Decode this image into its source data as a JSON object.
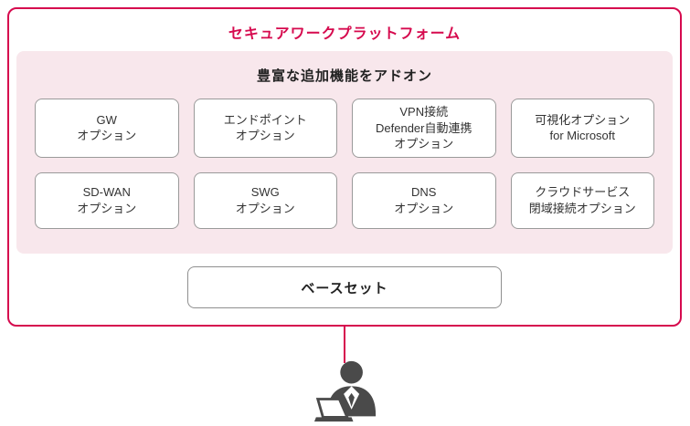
{
  "title": "セキュアワークプラットフォーム",
  "addon": {
    "heading": "豊富な追加機能をアドオン",
    "cards": [
      "GW\nオプション",
      "エンドポイント\nオプション",
      "VPN接続\nDefender自動連携\nオプション",
      "可視化オプション\nfor Microsoft",
      "SD-WAN\nオプション",
      "SWG\nオプション",
      "DNS\nオプション",
      "クラウドサービス\n閉域接続オプション"
    ]
  },
  "base_set_label": "ベースセット",
  "icons": {
    "user": "user-with-laptop-icon"
  },
  "colors": {
    "accent": "#d60a4e",
    "addon_panel_bg": "#f8e7ec",
    "card_border": "#9a9a9a",
    "base_border": "#8f8f8f",
    "figure": "#4a4a4a",
    "text": "#333333"
  }
}
